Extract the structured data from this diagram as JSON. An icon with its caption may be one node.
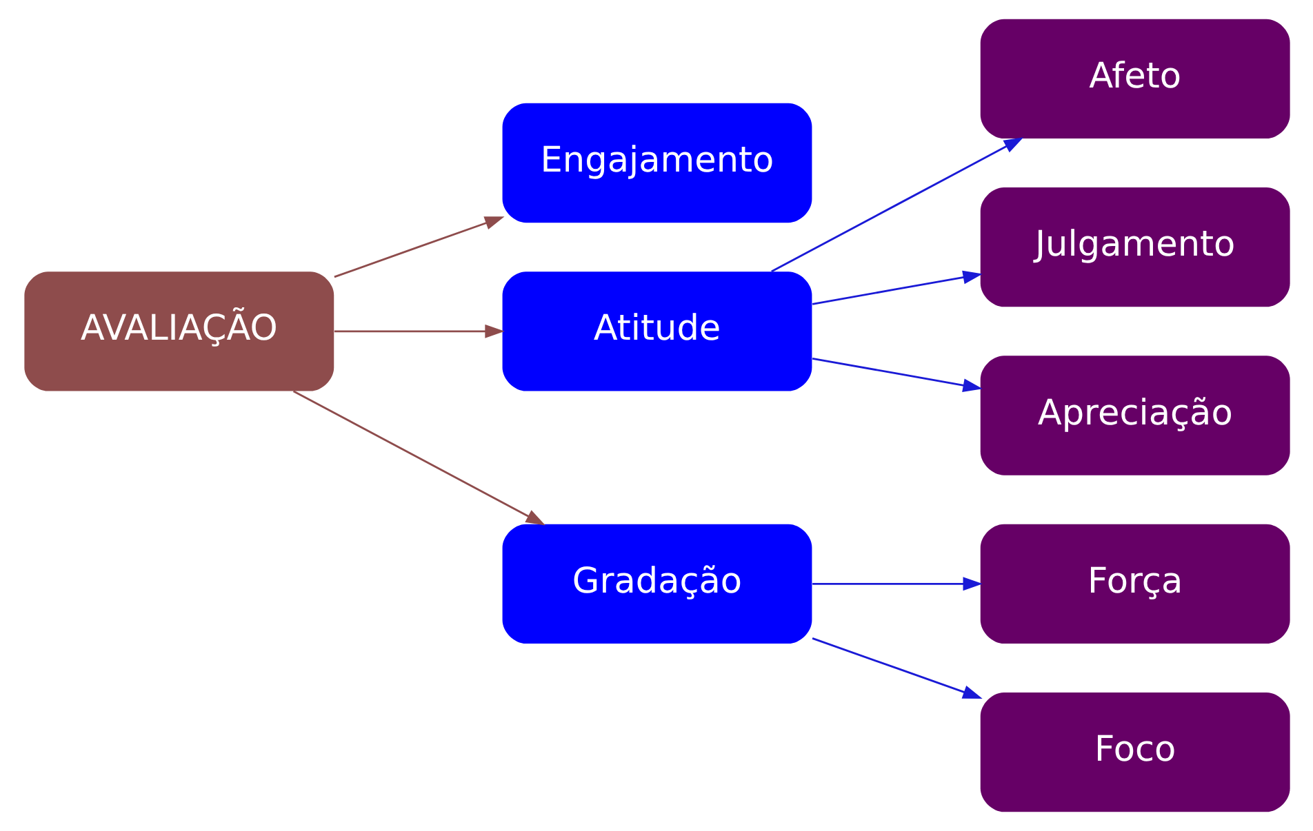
{
  "diagram": {
    "nodes": [
      {
        "text": [
          "AVALIAÇÃO"
        ]
      },
      {
        "text": [
          "Engajamento"
        ]
      },
      {
        "text": [
          "Atitude"
        ]
      },
      {
        "text": [
          "Gradação"
        ]
      },
      {
        "text": [
          "Afeto"
        ]
      },
      {
        "text": [
          "Julgamento"
        ]
      },
      {
        "text": [
          "Apreciação"
        ]
      },
      {
        "text": [
          "Força"
        ]
      },
      {
        "text": [
          "Foco"
        ]
      }
    ],
    "edges": [
      {
        "from": 0,
        "to": 1,
        "arrow": "to",
        "color": "#8e4c4c"
      },
      {
        "from": 0,
        "to": 2,
        "arrow": "to",
        "color": "#8e4c4c"
      },
      {
        "from": 0,
        "to": 3,
        "arrow": "to",
        "color": "#8e4c4c"
      },
      {
        "from": 2,
        "to": 4,
        "arrow": "to"
      },
      {
        "from": 2,
        "to": 5,
        "arrow": "to"
      },
      {
        "from": 2,
        "to": 6,
        "arrow": "to"
      },
      {
        "from": 3,
        "to": 7,
        "arrow": "to"
      },
      {
        "from": 3,
        "to": 8,
        "arrow": "to"
      }
    ]
  }
}
